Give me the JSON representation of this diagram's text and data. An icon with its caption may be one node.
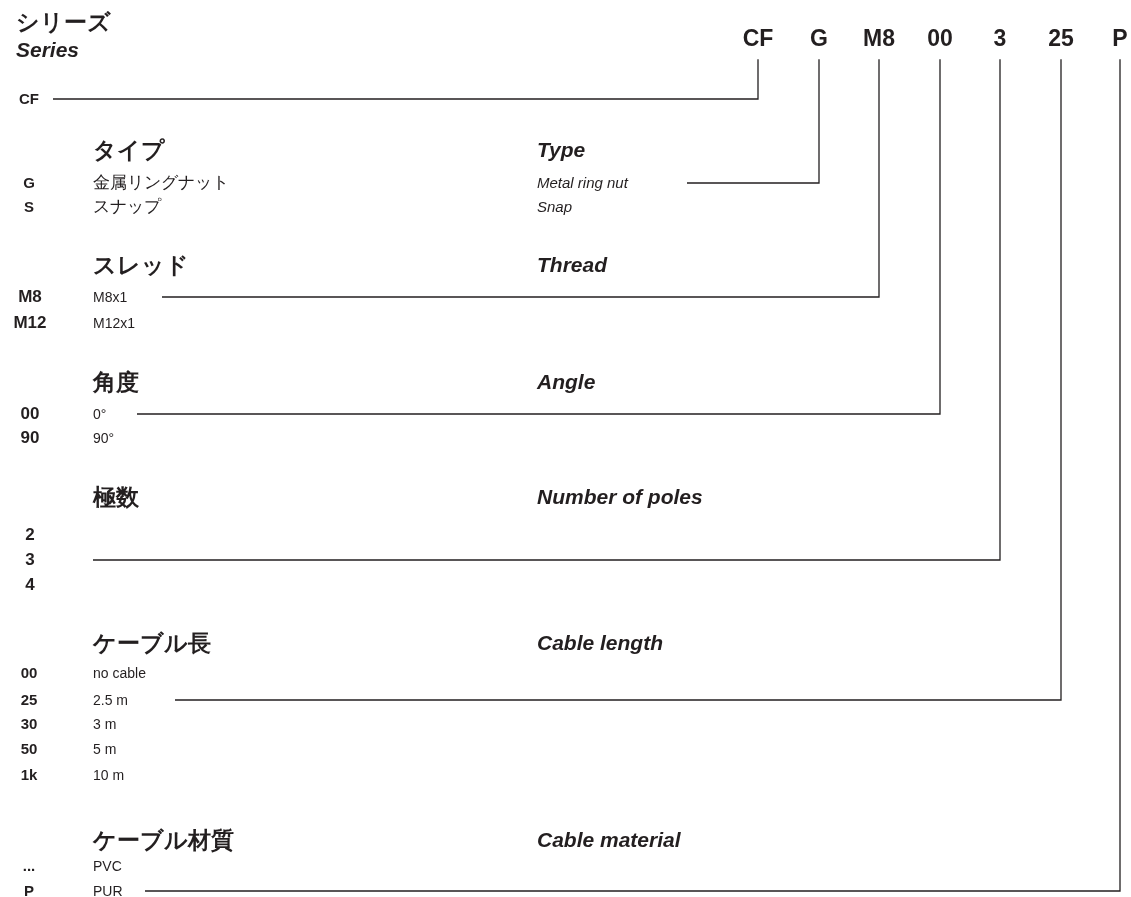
{
  "diagram": {
    "nodes": [
      {
        "text": [
          "CF"
        ]
      },
      {
        "text": [
          "G"
        ]
      },
      {
        "text": [
          "M8"
        ]
      },
      {
        "text": [
          "00"
        ]
      },
      {
        "text": [
          "3"
        ]
      },
      {
        "text": [
          "25"
        ]
      },
      {
        "text": [
          "P"
        ]
      },
      {
        "text": [
          "CF"
        ]
      },
      {
        "text": [
          "Metal ring nut"
        ]
      },
      {
        "text": [
          "M8x1"
        ]
      },
      {
        "text": [
          "0°"
        ]
      },
      {
        "text": [
          "3"
        ]
      },
      {
        "text": [
          "2.5 m"
        ]
      },
      {
        "text": [
          "PUR"
        ]
      }
    ],
    "edges": [
      {
        "from": 7,
        "to": 0,
        "arrow": "none"
      },
      {
        "from": 8,
        "to": 1,
        "arrow": "none"
      },
      {
        "from": 9,
        "to": 2,
        "arrow": "none"
      },
      {
        "from": 10,
        "to": 3,
        "arrow": "none"
      },
      {
        "from": 11,
        "to": 4,
        "arrow": "none"
      },
      {
        "from": 12,
        "to": 5,
        "arrow": "none"
      },
      {
        "from": 13,
        "to": 6,
        "arrow": "none"
      }
    ],
    "labels": [
      "シリーズ",
      "Series",
      "タイプ",
      "Type",
      "G",
      "金属リングナット",
      "S",
      "スナップ",
      "Snap",
      "スレッド",
      "Thread",
      "M8",
      "M12",
      "M12x1",
      "角度",
      "Angle",
      "00",
      "90",
      "90°",
      "極数",
      "Number of poles",
      "2",
      "4",
      "ケーブル長",
      "Cable length",
      "00",
      "no cable",
      "25",
      "30",
      "3 m",
      "50",
      "5 m",
      "1k",
      "10 m",
      "ケーブル材質",
      "Cable material",
      "...",
      "PVC",
      "P"
    ]
  }
}
